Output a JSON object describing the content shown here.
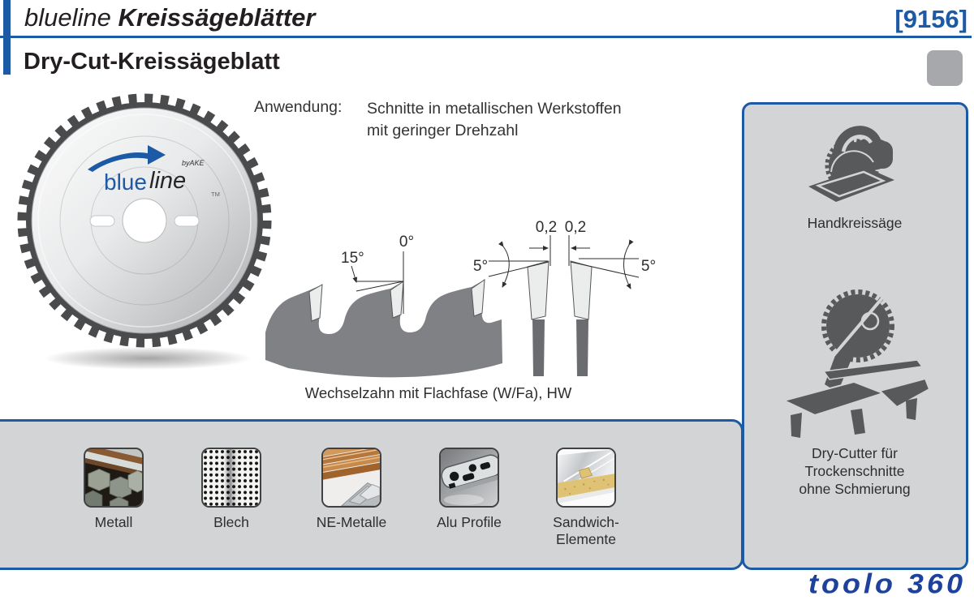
{
  "colors": {
    "accent_blue": "#1c5aa5",
    "panel_gray": "#d3d4d6",
    "icon_gray": "#58595b",
    "badge_gray": "#a6a8ab",
    "brand_logo_blue": "#1e419b"
  },
  "header": {
    "series": "blueline",
    "series_bold": "Kreissägeblätter",
    "product_code": "[9156]"
  },
  "product": {
    "title": "Dry-Cut-Kreissägeblatt"
  },
  "blade": {
    "logo_blue_text": "blue",
    "logo_line_text": "line",
    "logo_by": "byAKE",
    "logo_tm": "TM"
  },
  "application": {
    "label": "Anwendung:",
    "text": "Schnitte in metallischen Werkstoffen\nmit geringer Drehzahl"
  },
  "tooth_drawing": {
    "clearance_angle": "15°",
    "rake_angle": "0°",
    "bevel_angle_left": "5°",
    "bevel_angle_right": "5°",
    "chamfer_left": "0,2",
    "chamfer_right": "0,2",
    "caption": "Wechselzahn mit Flachfase (W/Fa), HW"
  },
  "machines": [
    {
      "icon": "handheld-circular-saw-icon",
      "label": "Handkreissäge"
    },
    {
      "icon": "chop-saw-icon",
      "label": "Dry-Cutter für\nTrockenschnitte\nohne Schmierung"
    }
  ],
  "materials": [
    {
      "icon": "metal-bars-photo",
      "label": "Metall"
    },
    {
      "icon": "perforated-sheet-photo",
      "label": "Blech"
    },
    {
      "icon": "non-ferrous-metals-photo",
      "label": "NE-Metalle"
    },
    {
      "icon": "aluminium-profile-photo",
      "label": "Alu Profile"
    },
    {
      "icon": "sandwich-panel-photo",
      "label": "Sandwich-\nElemente"
    }
  ],
  "brand_footer": {
    "logo_text": "toolo 360"
  }
}
